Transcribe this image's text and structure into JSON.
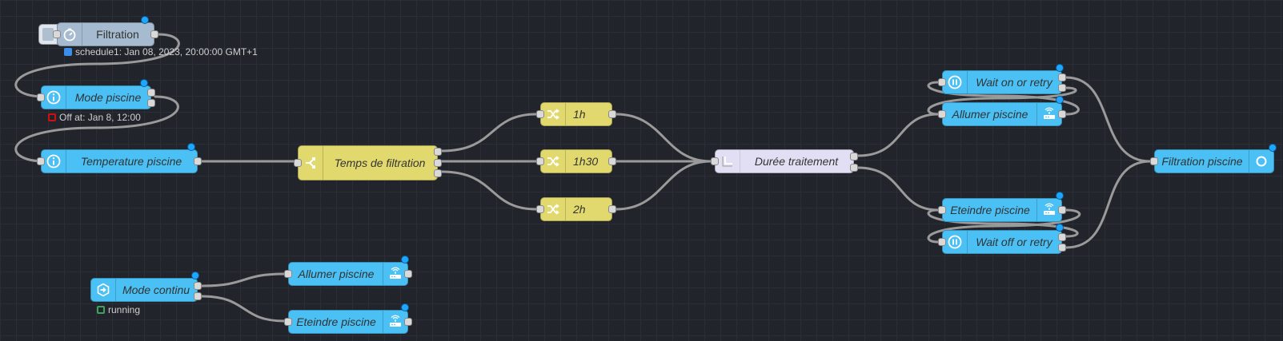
{
  "colors": {
    "canvas_bg": "#22242c",
    "node_blue": "#4ac0f4",
    "node_yellow": "#e2d96e",
    "node_lavender": "#e2dff5",
    "node_inject": "#a6bbcf",
    "wire": "#9a9a9a",
    "status_blue": "#3b8fe8",
    "status_red": "#d01010",
    "status_green": "#3aa55a"
  },
  "nodes": {
    "filtration": {
      "label": "Filtration",
      "icon": "timer-icon"
    },
    "mode_piscine": {
      "label": "Mode piscine",
      "icon": "info-icon"
    },
    "temperature_piscine": {
      "label": "Temperature piscine",
      "icon": "info-icon"
    },
    "temps_filtration": {
      "label": "Temps de filtration",
      "icon": "switch-icon"
    },
    "h1": {
      "label": "1h",
      "icon": "shuffle-icon"
    },
    "h130": {
      "label": "1h30",
      "icon": "shuffle-icon"
    },
    "h2": {
      "label": "2h",
      "icon": "shuffle-icon"
    },
    "duree": {
      "label": "Durée traitement",
      "icon": "function-icon"
    },
    "wait_on": {
      "label": "Wait on or retry",
      "icon": "pause-icon"
    },
    "allumer_top": {
      "label": "Allumer piscine",
      "icon": "router-icon"
    },
    "eteindre_top": {
      "label": "Eteindre piscine",
      "icon": "router-icon"
    },
    "wait_off": {
      "label": "Wait off or retry",
      "icon": "pause-icon"
    },
    "filtration_piscine": {
      "label": "Filtration piscine",
      "icon": "circle-icon"
    },
    "mode_continu": {
      "label": "Mode continu",
      "icon": "arrow-hex-icon"
    },
    "allumer_bottom": {
      "label": "Allumer piscine",
      "icon": "router-icon"
    },
    "eteindre_bottom": {
      "label": "Eteindre piscine",
      "icon": "router-icon"
    }
  },
  "statuses": {
    "filtration": "schedule1: Jan 08, 2023, 20:00:00 GMT+1",
    "mode_piscine": "Off at: Jan 8, 12:00",
    "mode_continu": "running"
  }
}
